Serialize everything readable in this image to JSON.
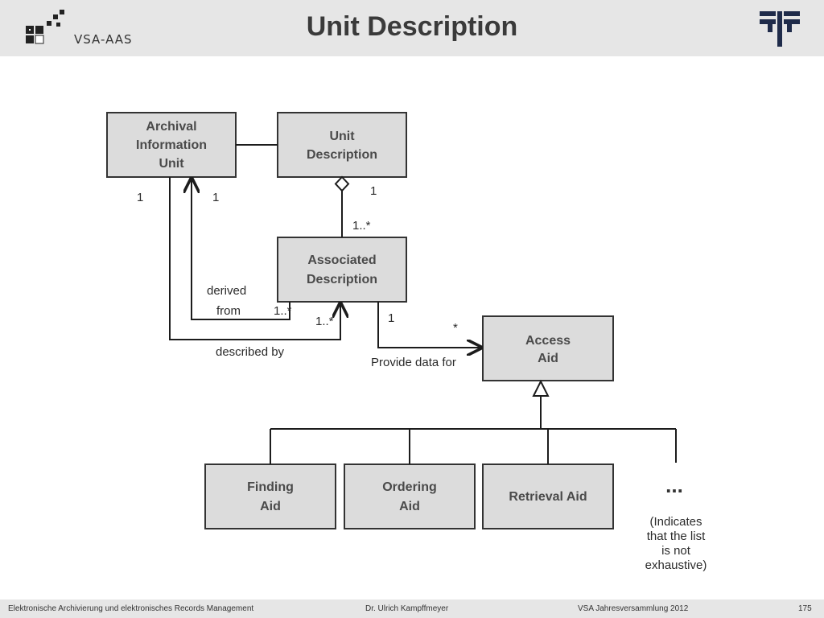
{
  "header": {
    "title": "Unit Description",
    "logo_left_text": "VSA-AAS"
  },
  "diagram": {
    "classes": {
      "archival_information_unit": [
        "Archival",
        "Information",
        "Unit"
      ],
      "unit_description": [
        "Unit",
        "Description"
      ],
      "associated_description": [
        "Associated",
        "Description"
      ],
      "access_aid": [
        "Access",
        "Aid"
      ],
      "finding_aid": [
        "Finding",
        "Aid"
      ],
      "ordering_aid": [
        "Ordering",
        "Aid"
      ],
      "retrieval_aid": [
        "Retrieval Aid"
      ]
    },
    "multiplicities": {
      "aiu_left": "1",
      "aiu_right": "1",
      "ud_bottom": "1",
      "ad_top": "1..*",
      "ad_derived": "1..*",
      "ad_described": "1..*",
      "ad_provide": "1",
      "access_star": "*"
    },
    "labels": {
      "derived_from": [
        "derived",
        "from"
      ],
      "described_by": "described by",
      "provide_data_for": "Provide data for"
    },
    "ellipsis": "...",
    "note": [
      "(Indicates",
      "that the list",
      "is not",
      "exhaustive)"
    ]
  },
  "footer": {
    "left": "Elektronische Archivierung und elektronisches Records Management",
    "center": "Dr. Ulrich Kampffmeyer",
    "right": "VSA Jahresversammlung 2012",
    "page": "175"
  }
}
